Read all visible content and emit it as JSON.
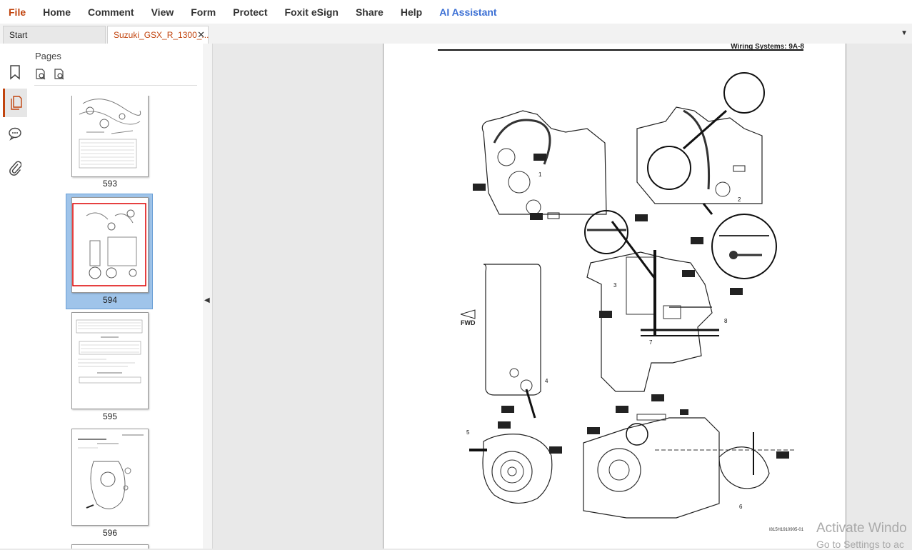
{
  "menu": {
    "items": [
      "File",
      "Home",
      "Comment",
      "View",
      "Form",
      "Protect",
      "Foxit eSign",
      "Share",
      "Help",
      "AI Assistant"
    ]
  },
  "tabs": {
    "start": "Start",
    "document": "Suzuki_GSX_R_1300_..."
  },
  "panel": {
    "title": "Pages",
    "thumbnails": [
      {
        "label": "593"
      },
      {
        "label": "594"
      },
      {
        "label": "595"
      },
      {
        "label": "596"
      }
    ],
    "selected_page": "594"
  },
  "page": {
    "header": "Wiring Systems:   9A-8",
    "labels": {
      "fwd": "FWD",
      "figure_code": "I815H1910905-01"
    }
  },
  "watermark": {
    "line1": "Activate Windo",
    "line2": "Go to Settings to ac"
  }
}
